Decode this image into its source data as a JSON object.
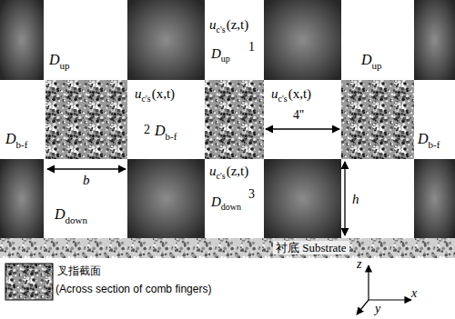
{
  "diagram": {
    "labels": [
      "D",
      "up",
      "u",
      "c's",
      "(z,t)",
      "D",
      "up",
      "1",
      "D",
      "up",
      "D",
      "b-f",
      "u",
      "c's",
      "(x,t)",
      "2",
      "D",
      "b-f",
      "u",
      "c's",
      "(x,t)",
      "4''",
      "D",
      "b-f",
      "b",
      "D",
      "down",
      "u",
      "c's",
      "(z,t)",
      "D",
      "down",
      "3",
      "h",
      "衬底 Substrate",
      "z",
      "x",
      "y"
    ],
    "legend": [
      {
        "text": "叉指截面"
      },
      {
        "text": "(Across section of comb fingers)"
      }
    ]
  }
}
